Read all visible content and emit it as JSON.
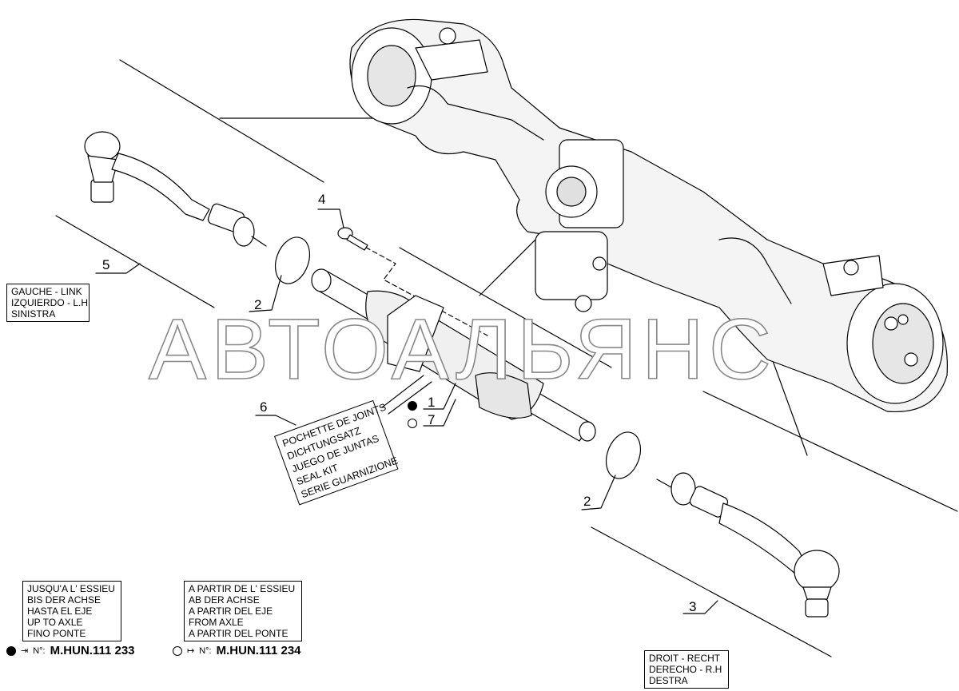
{
  "callouts": {
    "c1": "1",
    "c2a": "2",
    "c2b": "2",
    "c3": "3",
    "c4": "4",
    "c5": "5",
    "c6": "6",
    "c7": "7"
  },
  "left_label": {
    "lines": [
      "GAUCHE - LINK",
      "IZQUIERDO - L.H",
      "SINISTRA"
    ]
  },
  "right_label": {
    "lines": [
      "DROIT - RECHT",
      "DERECHO - R.H",
      "DESTRA"
    ]
  },
  "seal_kit": {
    "lines": [
      "POCHETTE DE JOINTS",
      "DICHTUNGSATZ",
      "JUEGO DE JUNTAS",
      "SEAL KIT",
      "SERIE GUARNIZIONE"
    ]
  },
  "up_to_axle": {
    "lines": [
      "JUSQU'A L' ESSIEU",
      "BIS DER ACHSE",
      "HASTA EL EJE",
      "UP TO AXLE",
      "FINO PONTE"
    ]
  },
  "from_axle": {
    "lines": [
      "A PARTIR DE L' ESSIEU",
      "AB DER ACHSE",
      "A PARTIR DEL EJE",
      "FROM AXLE",
      "A PARTIR DEL PONTE"
    ]
  },
  "serials": {
    "up_to": {
      "prefix": "N°:",
      "number": "M.HUN.111 233"
    },
    "from": {
      "prefix": "N°:",
      "number": "M.HUN.111 234"
    }
  },
  "watermark": "АВТОАЛЬЯНС",
  "colors": {
    "line": "#000000",
    "shade": "#d8d8d8",
    "watermark_stroke": "#888888"
  }
}
